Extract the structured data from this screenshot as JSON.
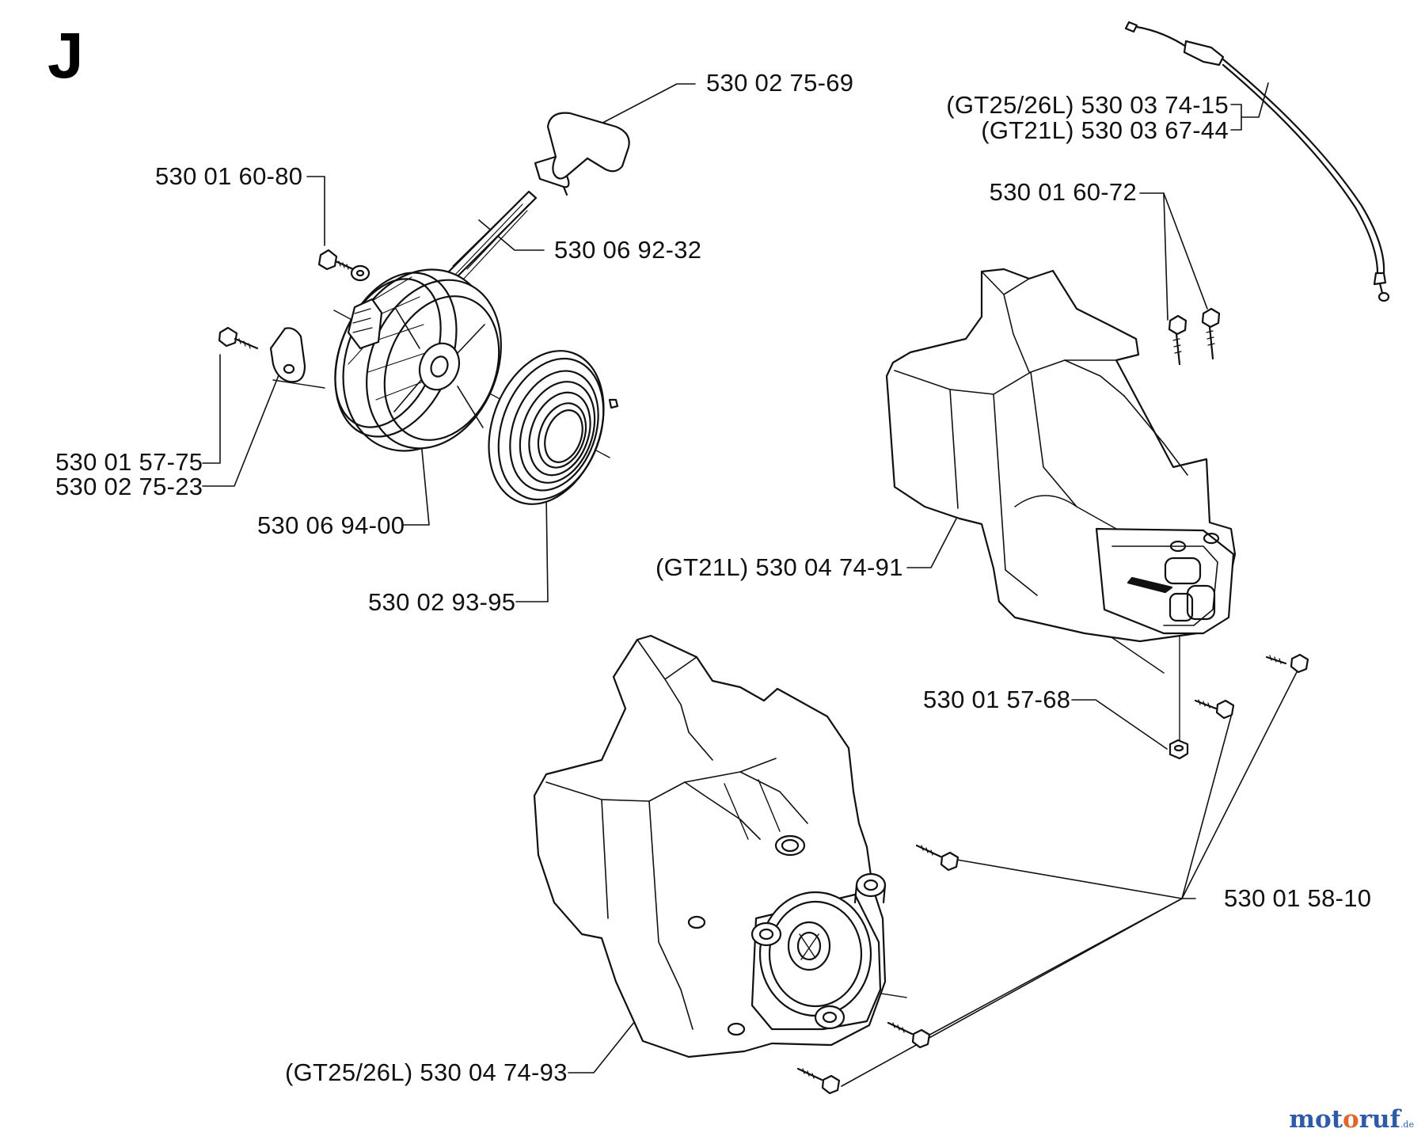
{
  "section": "J",
  "labels": [
    {
      "id": "pull-handle",
      "text": "530 02 75-69"
    },
    {
      "id": "screw-washer",
      "text": "530 01 60-80"
    },
    {
      "id": "starter-rope",
      "text": "530 06 92-32"
    },
    {
      "id": "throttle-cable-gt25",
      "text": "(GT25/26L) 530 03 74-15"
    },
    {
      "id": "throttle-cable-gt21",
      "text": "(GT21L) 530 03 67-44"
    },
    {
      "id": "cover-screws-top",
      "text": "530 01 60-72"
    },
    {
      "id": "screw-small",
      "text": "530 01 57-75"
    },
    {
      "id": "guide-plate",
      "text": "530 02 75-23"
    },
    {
      "id": "rope-pulley",
      "text": "530 06 94-00"
    },
    {
      "id": "cover-gt21",
      "text": "(GT21L) 530 04 74-91"
    },
    {
      "id": "recoil-spring",
      "text": "530 02 93-95"
    },
    {
      "id": "nut",
      "text": "530 01 57-68"
    },
    {
      "id": "screws-cover",
      "text": "530 01 58-10"
    },
    {
      "id": "cover-gt25",
      "text": "(GT25/26L) 530 04 74-93"
    }
  ],
  "watermark": {
    "part1": "mot",
    "part2": "o",
    "part3": "ruf",
    "sup": ".de"
  }
}
